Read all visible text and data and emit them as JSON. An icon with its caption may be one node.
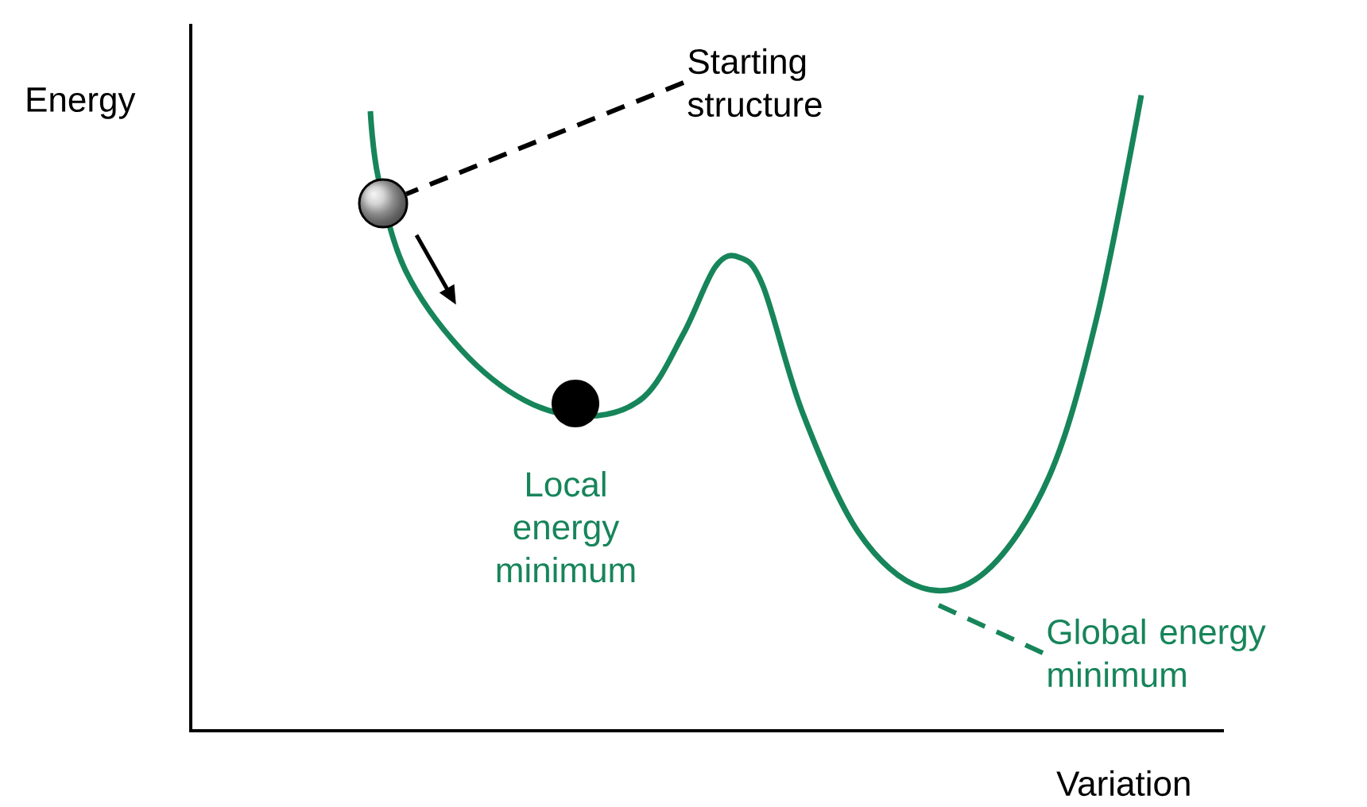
{
  "diagram": {
    "nodes": [
      {
        "text": [
          "Starting structure"
        ]
      },
      {
        "text": [],
        "shape": "circle"
      },
      {
        "text": [],
        "shape": "circle",
        "beside": [
          "Local energy minimum"
        ]
      },
      {
        "text": [
          "Global energy minimum"
        ]
      }
    ],
    "edges": [
      {
        "from": 0,
        "to": 1,
        "arrow": "none",
        "style": "dashed",
        "color": "#000000"
      },
      {
        "from": 3,
        "to": null,
        "arrow": "none",
        "style": "dashed",
        "color": "#17855a"
      }
    ],
    "labels": [
      "Energy",
      "Variation"
    ]
  }
}
